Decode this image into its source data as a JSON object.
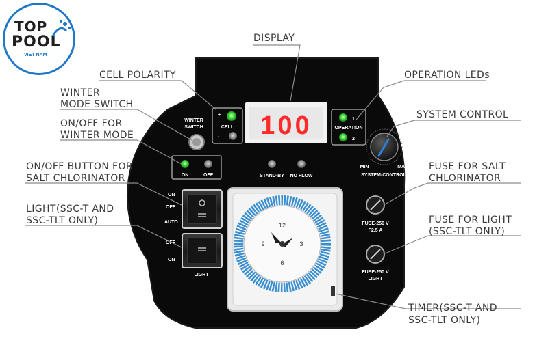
{
  "logo": {
    "line1": "TOP",
    "line2": "POOL",
    "line3": "VIET NAM"
  },
  "callouts": {
    "display": "DISPLAY",
    "cell_polarity": "CELL POLARITY",
    "operation_leds": "OPERATION LEDs",
    "winter_mode_switch_1": "WINTER",
    "winter_mode_switch_2": "MODE SWITCH",
    "system_control": "SYSTEM CONTROL",
    "onoff_winter_1": "ON/OFF FOR",
    "onoff_winter_2": "WINTER MODE",
    "onoff_salt_1": "ON/OFF BUTTON FOR",
    "onoff_salt_2": "SALT CHLORINATOR",
    "fuse_salt_1": "FUSE FOR SALT",
    "fuse_salt_2": "CHLORINATOR",
    "light_1": "LIGHT(SSC-T AND",
    "light_2": "SSC-TLT ONLY)",
    "fuse_light_1": "FUSE FOR LIGHT",
    "fuse_light_2": "(SSC-TLT ONLY)",
    "timer_1": "TIMER(SSC-T AND",
    "timer_2": "SSC-TLT ONLY)"
  },
  "panel": {
    "display_value": "100",
    "winter_switch_1": "WINTER",
    "winter_switch_2": "SWITCH",
    "cell": "CELL",
    "cell_plus": "+",
    "cell_minus": "-",
    "operation": "OPERATION",
    "op_1": "1",
    "op_2": "2",
    "on": "ON",
    "off": "OFF",
    "standby": "STAND-BY",
    "no_flow": "NO FLOW",
    "min": "MIN",
    "max": "MAX",
    "system_control": "SYSTEM-CONTROL",
    "sw1_on": "ON",
    "sw1_off": "OFF",
    "sw1_auto": "AUTO",
    "sw2_off": "OFF",
    "sw2_on": "ON",
    "light": "LIGHT",
    "fuse1_a": "FUSE-250 V",
    "fuse1_b": "F2.5 A",
    "fuse2_a": "FUSE-250 V",
    "fuse2_b": "LIGHT",
    "timer_numbers": [
      "12",
      "3",
      "6",
      "9"
    ]
  },
  "colors": {
    "panel": "#0a0a0a",
    "led_green": "#3ee43a",
    "display_red": "#ff2a2a",
    "display_bg": "#f2f2f2",
    "timer_ring": "#3a8fd0",
    "logo_blue": "#1f78c8"
  }
}
